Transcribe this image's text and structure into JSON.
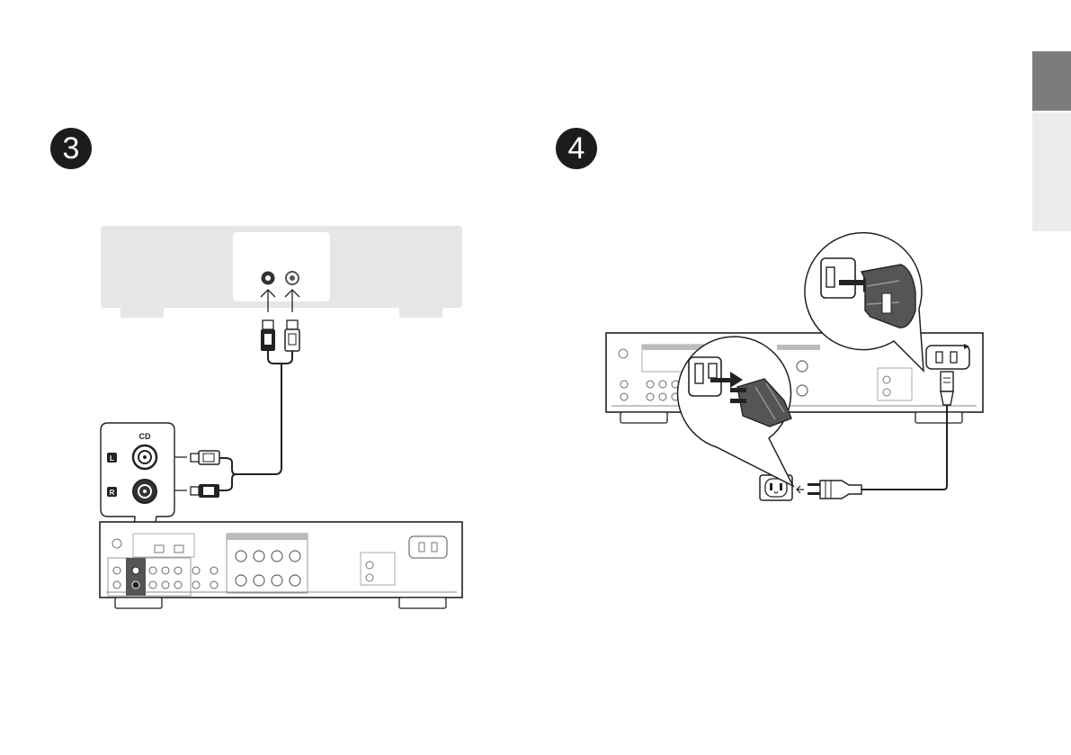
{
  "steps": [
    {
      "number": "3"
    },
    {
      "number": "4"
    }
  ],
  "connection_diagram": {
    "panel_title": "CD",
    "left_channel": "L",
    "right_channel": "R"
  },
  "colors": {
    "badge": "#1c1c1c",
    "side_tab_dark": "#7c7c7c",
    "side_tab_light": "#ececec",
    "source_device": "#e6e6e6"
  }
}
